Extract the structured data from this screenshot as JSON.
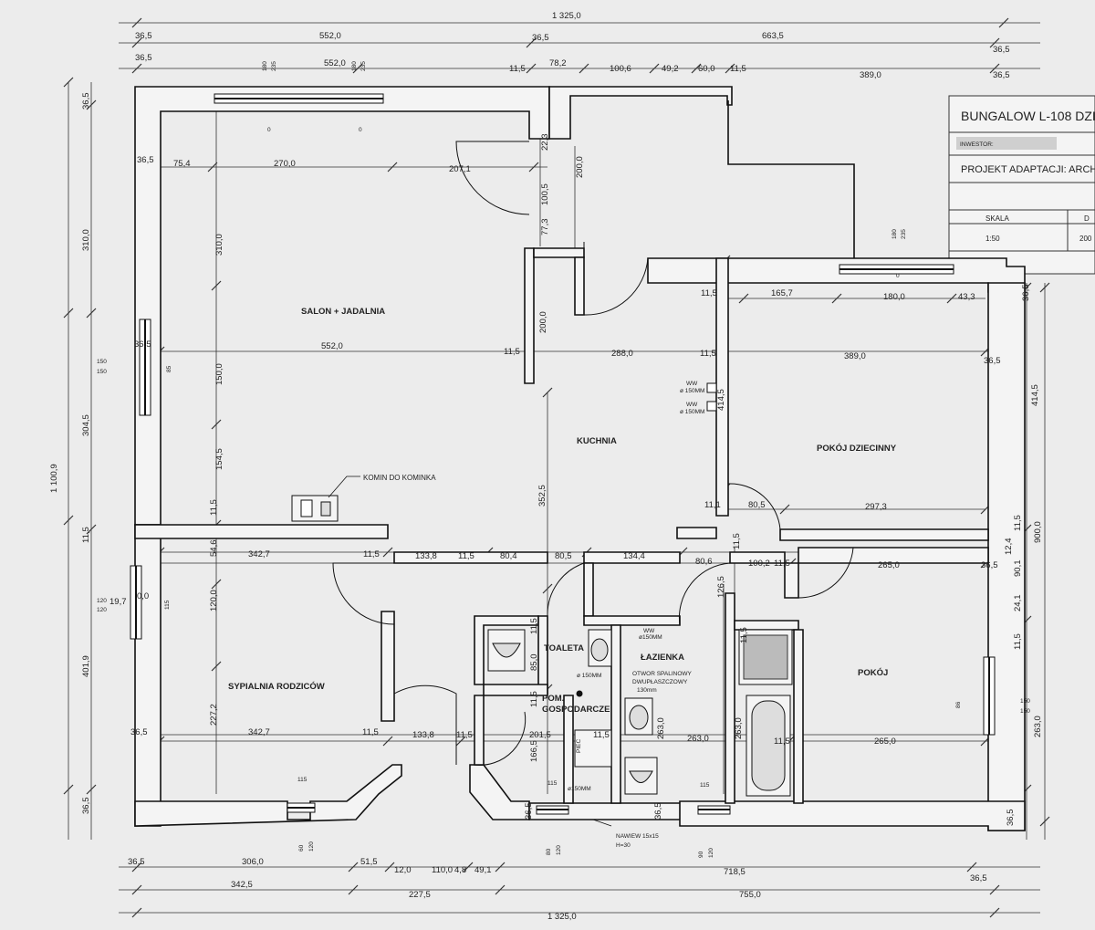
{
  "rooms": {
    "salon": "SALON + JADALNIA",
    "kuchnia": "KUCHNIA",
    "pokoj_dzieciecy": "POKÓJ DZIECINNY",
    "sypialnia": "SYPIALNIA RODZICÓW",
    "toaleta": "TOALETA",
    "lazienka": "ŁAZIENKA",
    "pom_gosp_1": "POM.",
    "pom_gosp_2": "GOSPODARCZE",
    "pokoj": "POKÓJ"
  },
  "title_block": {
    "title": "BUNGALOW L-108 DZI",
    "investor": "INWESTOR:",
    "project": "PROJEKT ADAPTACJI: ARCH. MAC",
    "scale_label": "SKALA",
    "scale_value": "1:50",
    "col2_label": "D",
    "col2_value": "200"
  },
  "annotations": {
    "komin": "KOMIN DO KOMINKA",
    "otwor1": "OTWOR SPALINOWY",
    "otwor2": "DWUPŁASZCZOWY",
    "otwor3": "130mm",
    "nawiew1": "NAWIEW 15x15",
    "nawiew2": "H=30",
    "piec": "PIEC",
    "ww": "WW",
    "fi150": "ø 150MM",
    "fi150b": "ø150MM"
  },
  "dims": {
    "top_total": "1 325,0",
    "t2_a": "36,5",
    "t2_b": "552,0",
    "t2_c": "36,5",
    "t2_d": "663,5",
    "t2_e": "36,5",
    "t3_a": "36,5",
    "t3_b": "552,0",
    "t3_c": "11,5",
    "t3_d": "78,2",
    "t3_e": "100,6",
    "t3_f": "49,2",
    "t3_g": "60,0",
    "t3_h": "11,5",
    "t3_i": "389,0",
    "t3_j": "36,5",
    "w180": "180",
    "w235": "235",
    "w0": "0",
    "s_365": "36,5",
    "s_754": "75,4",
    "s_2700": "270,0",
    "s_2071": "207,1",
    "k_223": "22,3",
    "k_1005": "100,5",
    "k_2000": "200,0",
    "k_773": "77,3",
    "m_365": "36,5",
    "m_5520": "552,0",
    "m_115a": "11,5",
    "m_2880": "288,0",
    "m_115b": "11,5",
    "m_3890": "389,0",
    "m_365b": "36,5",
    "pd_115": "11,5",
    "pd_1657": "165,7",
    "pd_1800": "180,0",
    "pd_433": "43,3",
    "v_3100": "310,0",
    "v_1500": "150,0",
    "v_1545": "154,5",
    "v_2000": "200,0",
    "v_4145": "414,5",
    "v_3525": "352,5",
    "v_115": "11,5",
    "v_546": "54,6",
    "v_1200": "120,0",
    "v_2272": "227,2",
    "d_111": "11,1",
    "d_805": "80,5",
    "d_2973": "297,3",
    "r_3427": "342,7",
    "r_115": "11,5",
    "r_1338": "133,8",
    "r_115b": "11,5",
    "r_804": "80,4",
    "r_805": "80,5",
    "r_1344": "134,4",
    "r_806": "80,6",
    "r_115c": "11,5",
    "r_1002": "100,2",
    "r_115d": "11,5",
    "r_2650": "265,0",
    "r_365": "36,5",
    "b_365": "36,5",
    "b_3427": "342,7",
    "b_115": "11,5",
    "b_1338": "133,8",
    "b_115b": "11,5",
    "b_2015": "201,5",
    "b_115c": "11,5",
    "b_2630": "263,0",
    "b_115d": "11,5",
    "b_2650": "265,0",
    "t_115": "11,5",
    "t_850": "85,0",
    "t_115b": "11,5",
    "t_1665": "166,5",
    "l_2630": "263,0",
    "l_2630b": "263,0",
    "l_1265": "126,5",
    "l_115": "11,5",
    "left_total": "1 100,9",
    "left_365": "36,5",
    "left_3100": "310,0",
    "left_150a": "150",
    "left_150b": "150",
    "left_85": "85",
    "left_3045": "304,5",
    "left_115": "11,5",
    "left_120a": "120",
    "left_120b": "120",
    "left_197": "19,7",
    "left_00": "0,0",
    "left_115b": "115",
    "left_4019": "401,9",
    "left_365b": "36,5",
    "right_365": "36,5",
    "right_4145": "414,5",
    "right_9000": "900,0",
    "right_124": "12,4",
    "right_115": "11,5",
    "right_901": "90,1",
    "right_241": "24,1",
    "right_115b": "11,5",
    "right_150a": "150",
    "right_150b": "150",
    "right_2630": "263,0",
    "right_365b": "36,5",
    "right_86": "86",
    "bot_365": "36,5",
    "bot_3060": "306,0",
    "bot_515": "51,5",
    "bot_120": "12,0",
    "bot_1100": "110,0",
    "bot_48": "4,8",
    "bot_491": "49,1",
    "bot_7185": "718,5",
    "bot_365b": "36,5",
    "bot_3425": "342,5",
    "bot_2275": "227,5",
    "bot_7550": "755,0",
    "bot_total": "1 325,0",
    "bw_115": "115",
    "bw_60": "60",
    "bw_120": "120",
    "bw_80": "80",
    "bw_120b": "120",
    "bw_90": "90",
    "bw_120c": "120",
    "bw_115b": "115",
    "bw_115c": "115",
    "bw_365": "36,5",
    "bw_365b": "36,5"
  }
}
